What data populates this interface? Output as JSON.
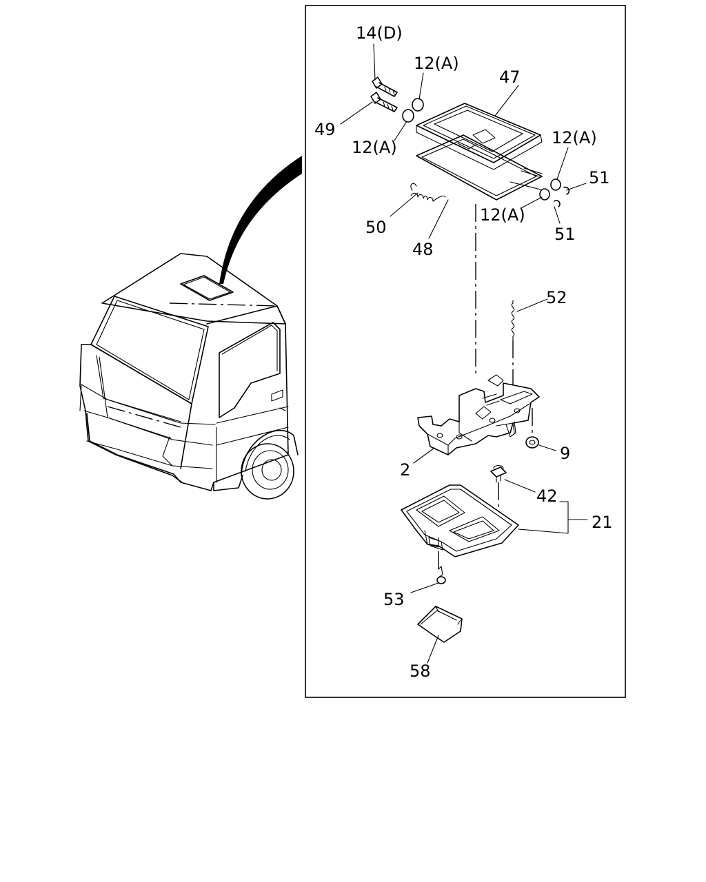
{
  "labels": {
    "l14d": "14(D)",
    "l12a_1": "12(A)",
    "l47": "47",
    "l49": "49",
    "l12a_2": "12(A)",
    "l12a_3": "12(A)",
    "l51_1": "51",
    "l50": "50",
    "l12a_4": "12(A)",
    "l51_2": "51",
    "l48": "48",
    "l52": "52",
    "l9": "9",
    "l2": "2",
    "l42": "42",
    "l21": "21",
    "l53": "53",
    "l58": "58"
  }
}
